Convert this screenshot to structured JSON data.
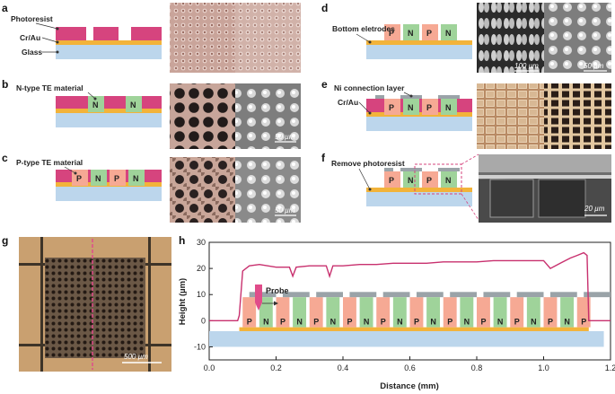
{
  "panels": {
    "a": {
      "letter": "a",
      "labels": {
        "photoresist": "Photoresist",
        "cr_au": "Cr/Au",
        "glass": "Glass"
      }
    },
    "b": {
      "letter": "b",
      "label": "N-type TE material",
      "scale": "50 µm"
    },
    "c": {
      "letter": "c",
      "label": "P-type TE material",
      "scale": "50 µm"
    },
    "d": {
      "letter": "d",
      "label": "Bottom eletrodes",
      "scale_left": "100 µm",
      "scale_right": "50 µm"
    },
    "e": {
      "letter": "e",
      "label": "Ni connection layer",
      "label2": "Cr/Au"
    },
    "f": {
      "letter": "f",
      "label": "Remove photoresist",
      "scale": "20 µm"
    },
    "g": {
      "letter": "g",
      "scale": "500 µm"
    },
    "h": {
      "letter": "h",
      "probe_label": "Probe"
    }
  },
  "tiles": {
    "p": "P",
    "n": "N"
  },
  "colors": {
    "photoresist": "#d6447e",
    "glass": "#bcd6ec",
    "cr_au": "#f2b33a",
    "p_type": "#f6a994",
    "n_type": "#9fd39a",
    "ni": "#9aa3a8",
    "profile": "#c8306e",
    "probe": "#e04c8a"
  },
  "chart_data": {
    "type": "line",
    "xlabel": "Distance (mm)",
    "ylabel": "Height (µm)",
    "xlim": [
      0.0,
      1.2
    ],
    "ylim": [
      -15,
      30
    ],
    "xticks": [
      "0.0",
      "0.2",
      "0.4",
      "0.6",
      "0.8",
      "1.0",
      "1.2"
    ],
    "yticks": [
      "-10",
      "0",
      "10",
      "20",
      "30"
    ],
    "grid": false,
    "series": [
      {
        "x": [
          0.0,
          0.085,
          0.09,
          0.1,
          0.12,
          0.15,
          0.2,
          0.24,
          0.25,
          0.26,
          0.3,
          0.35,
          0.36,
          0.37,
          0.4,
          0.45,
          0.5,
          0.55,
          0.6,
          0.65,
          0.7,
          0.75,
          0.8,
          0.85,
          0.9,
          0.95,
          1.0,
          1.02,
          1.05,
          1.08,
          1.1,
          1.12,
          1.13,
          1.135,
          1.2
        ],
        "y": [
          0,
          0,
          2,
          19,
          21,
          21.5,
          20.5,
          20.5,
          17,
          20.5,
          21,
          21,
          17,
          21,
          21,
          21.5,
          21.5,
          22,
          22,
          22,
          22.5,
          22.5,
          22.5,
          23,
          23,
          23,
          23,
          20,
          22,
          24,
          25,
          26,
          25,
          0,
          0
        ]
      }
    ]
  }
}
